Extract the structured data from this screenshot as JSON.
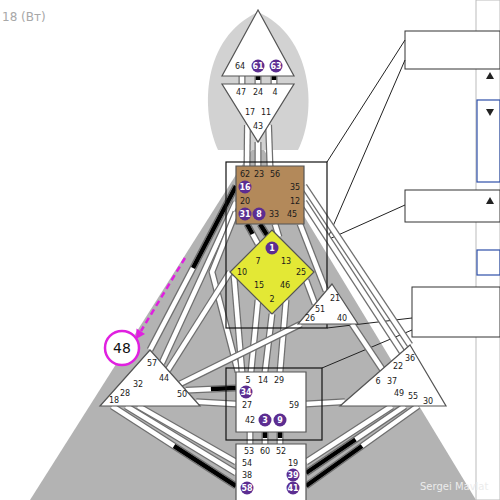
{
  "diagram": {
    "nodes": [
      {
        "text": [
          "64",
          "61",
          "63"
        ]
      },
      {
        "text": [
          "47",
          "24",
          "4",
          "17",
          "11",
          "43"
        ]
      },
      {
        "text": [
          "62",
          "23",
          "56",
          "16",
          "35",
          "20",
          "12",
          "31",
          "8",
          "33",
          "45"
        ]
      },
      {
        "text": [
          "1",
          "7",
          "13",
          "10",
          "25",
          "15",
          "46",
          "2"
        ]
      },
      {
        "text": [
          "21",
          "51",
          "26",
          "40"
        ]
      },
      {
        "text": [
          "48"
        ]
      },
      {
        "text": [
          "57",
          "44",
          "50",
          "32",
          "28",
          "18"
        ]
      },
      {
        "text": [
          "36",
          "22",
          "6",
          "37",
          "49",
          "55",
          "30"
        ]
      },
      {
        "text": [
          "5",
          "14",
          "29",
          "34",
          "27",
          "59",
          "42",
          "3",
          "9"
        ]
      },
      {
        "text": [
          "53",
          "60",
          "52",
          "54",
          "19",
          "38",
          "39",
          "58",
          "41"
        ]
      }
    ],
    "edges": [
      {
        "from": 0,
        "to": 1,
        "arrow": "none"
      },
      {
        "from": 0,
        "to": 1,
        "arrow": "none"
      },
      {
        "from": 0,
        "to": 1,
        "arrow": "none"
      },
      {
        "from": 1,
        "to": 2,
        "arrow": "none"
      },
      {
        "from": 1,
        "to": 2,
        "arrow": "none"
      },
      {
        "from": 1,
        "to": 2,
        "arrow": "none"
      },
      {
        "from": 2,
        "to": 3,
        "arrow": "none"
      },
      {
        "from": 2,
        "to": 3,
        "arrow": "none"
      },
      {
        "from": 2,
        "to": 3,
        "arrow": "none"
      },
      {
        "from": 2,
        "to": 6,
        "arrow": "none"
      },
      {
        "from": 2,
        "to": 6,
        "arrow": "none"
      },
      {
        "from": 2,
        "to": 4,
        "arrow": "none"
      },
      {
        "from": 2,
        "to": 7,
        "arrow": "none"
      },
      {
        "from": 2,
        "to": 7,
        "arrow": "none"
      },
      {
        "from": 2,
        "to": 8,
        "arrow": "none"
      },
      {
        "from": 3,
        "to": 6,
        "arrow": "none"
      },
      {
        "from": 3,
        "to": 8,
        "arrow": "none"
      },
      {
        "from": 3,
        "to": 8,
        "arrow": "none"
      },
      {
        "from": 3,
        "to": 8,
        "arrow": "none"
      },
      {
        "from": 3,
        "to": 8,
        "arrow": "none"
      },
      {
        "from": 3,
        "to": 4,
        "arrow": "none"
      },
      {
        "from": 4,
        "to": 6,
        "arrow": "none"
      },
      {
        "from": 4,
        "to": 7,
        "arrow": "none"
      },
      {
        "from": 6,
        "to": 8,
        "arrow": "none"
      },
      {
        "from": 6,
        "to": 8,
        "arrow": "none"
      },
      {
        "from": 8,
        "to": 7,
        "arrow": "none"
      },
      {
        "from": 6,
        "to": 9,
        "arrow": "none"
      },
      {
        "from": 6,
        "to": 9,
        "arrow": "none"
      },
      {
        "from": 6,
        "to": 9,
        "arrow": "none"
      },
      {
        "from": 8,
        "to": 9,
        "arrow": "none"
      },
      {
        "from": 8,
        "to": 9,
        "arrow": "none"
      },
      {
        "from": 8,
        "to": 9,
        "arrow": "none"
      },
      {
        "from": 7,
        "to": 9,
        "arrow": "none"
      },
      {
        "from": 7,
        "to": 9,
        "arrow": "none"
      },
      {
        "from": 7,
        "to": 9,
        "arrow": "none"
      }
    ],
    "labels": [
      "18 (Вт)",
      "Sergei Mavlat"
    ]
  }
}
